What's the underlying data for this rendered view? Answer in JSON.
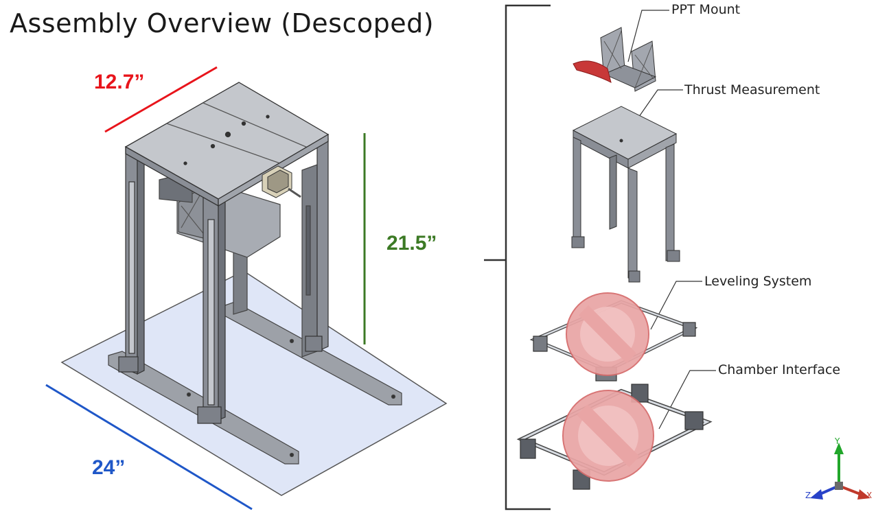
{
  "title": "Assembly Overview (Descoped)",
  "dimensions": {
    "width": {
      "label": "12.7”",
      "color": "#e8141b"
    },
    "height": {
      "label": "21.5”",
      "color": "#3c7a25"
    },
    "length": {
      "label": "24”",
      "color": "#1f57c8"
    }
  },
  "callouts": {
    "ppt_mount": "PPT Mount",
    "thrust_measurement": "Thrust Measurement",
    "leveling_system": "Leveling System",
    "chamber_interface": "Chamber Interface"
  },
  "descoped_icon": "prohibited-icon",
  "triad": {
    "x": "X",
    "y": "Y",
    "z": "Z"
  },
  "colors": {
    "frame": "#8a8e96",
    "frame_dark": "#5b5f66",
    "top_plate": "#b9bcc2",
    "base_plate": "#dfe6f7",
    "prohibit_fill": "#e9a5a5",
    "prohibit_stroke": "#d66b6b"
  }
}
